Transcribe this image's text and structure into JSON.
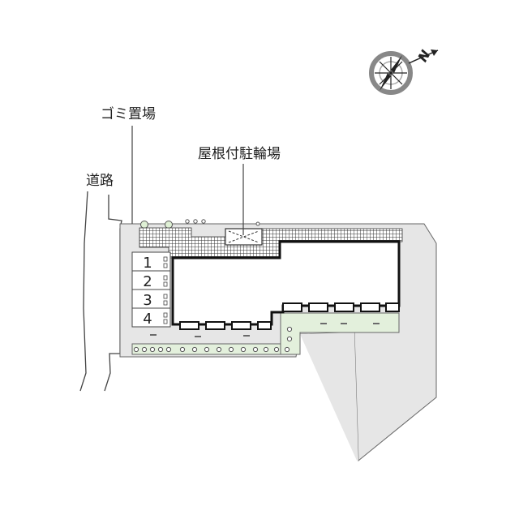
{
  "labels": {
    "garbage": "ゴミ置場",
    "bike_parking": "屋根付駐輪場",
    "road": "道路"
  },
  "compass": {
    "north_letter": "N",
    "rotation_deg": -60
  },
  "parking": {
    "spaces": [
      "1",
      "2",
      "3",
      "4"
    ]
  },
  "colors": {
    "lot": "#e6e6e6",
    "building_outline": "#111111",
    "hatch": "#333333",
    "greenery": "#e3f0dc",
    "lines": "#444444"
  }
}
